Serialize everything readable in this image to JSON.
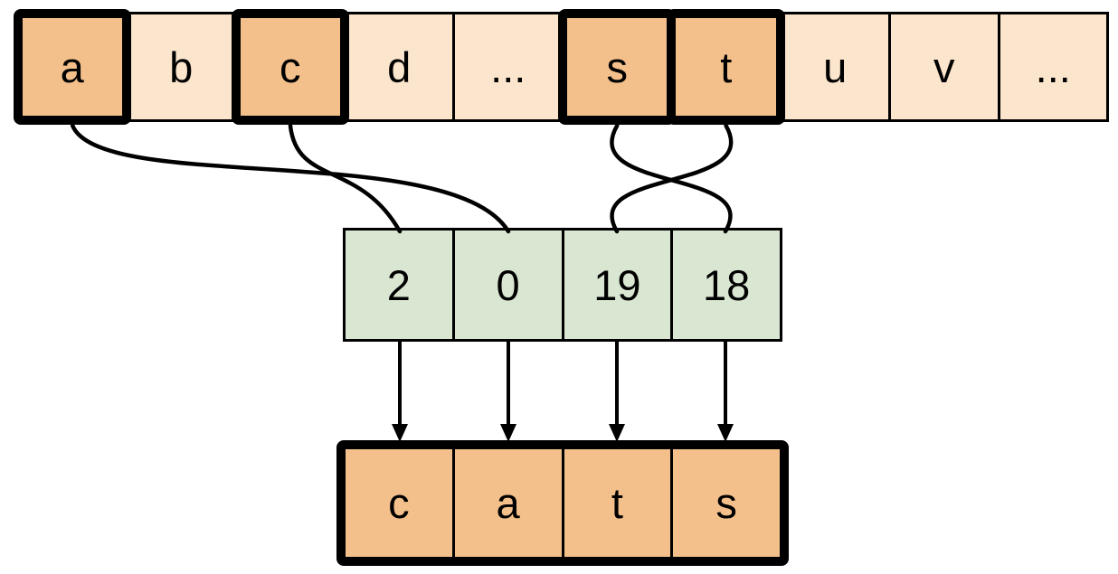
{
  "diagram": {
    "description": "letter-to-index mapping diagram spelling a word from alphabet positions",
    "alphabet_row": {
      "cells": [
        {
          "label": "a",
          "highlighted": true
        },
        {
          "label": "b",
          "highlighted": false
        },
        {
          "label": "c",
          "highlighted": true
        },
        {
          "label": "d",
          "highlighted": false
        },
        {
          "label": "...",
          "highlighted": false
        },
        {
          "label": "s",
          "highlighted": true
        },
        {
          "label": "t",
          "highlighted": true
        },
        {
          "label": "u",
          "highlighted": false
        },
        {
          "label": "v",
          "highlighted": false
        },
        {
          "label": "...",
          "highlighted": false
        }
      ]
    },
    "index_row": {
      "cells": [
        {
          "label": "2"
        },
        {
          "label": "0"
        },
        {
          "label": "19"
        },
        {
          "label": "18"
        }
      ]
    },
    "output_row": {
      "cells": [
        {
          "label": "c"
        },
        {
          "label": "a"
        },
        {
          "label": "t"
        },
        {
          "label": "s"
        }
      ]
    },
    "connections": [
      {
        "from_letter": "c",
        "to_index": "2"
      },
      {
        "from_letter": "a",
        "to_index": "0"
      },
      {
        "from_letter": "t",
        "to_index": "19"
      },
      {
        "from_letter": "s",
        "to_index": "18"
      }
    ],
    "colors": {
      "background": "#FFFFFF",
      "cell_light": "#FBE5CC",
      "cell_highlight": "#F3C08B",
      "cell_index": "#D9E7D2",
      "stroke": "#000000"
    }
  }
}
